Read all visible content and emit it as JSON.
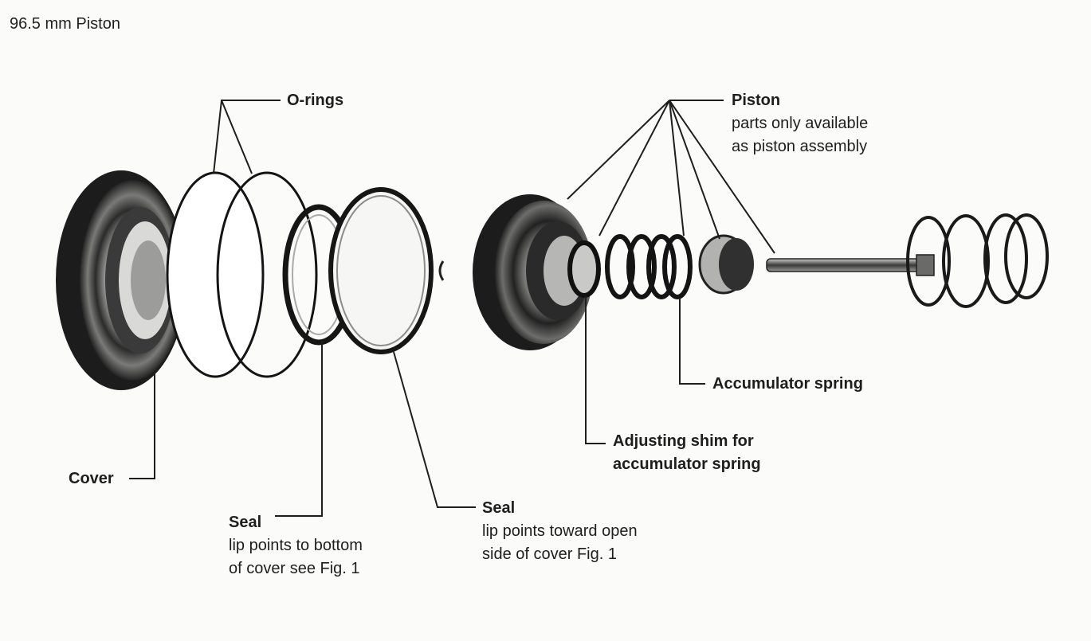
{
  "title": "96.5 mm Piston",
  "labels": {
    "orings": {
      "title": "O-rings"
    },
    "piston": {
      "title": "Piston",
      "lines": [
        "parts only available",
        "as piston assembly"
      ]
    },
    "accumulator_spring": {
      "title": "Accumulator spring"
    },
    "adjusting_shim": {
      "lines": [
        "Adjusting shim for",
        "accumulator spring"
      ]
    },
    "cover": {
      "title": "Cover"
    },
    "seal_bottom": {
      "title": "Seal",
      "lines": [
        "lip points to bottom",
        "of cover see Fig. 1"
      ]
    },
    "seal_open": {
      "title": "Seal",
      "lines": [
        "lip points toward open",
        "side of cover Fig. 1"
      ]
    }
  }
}
